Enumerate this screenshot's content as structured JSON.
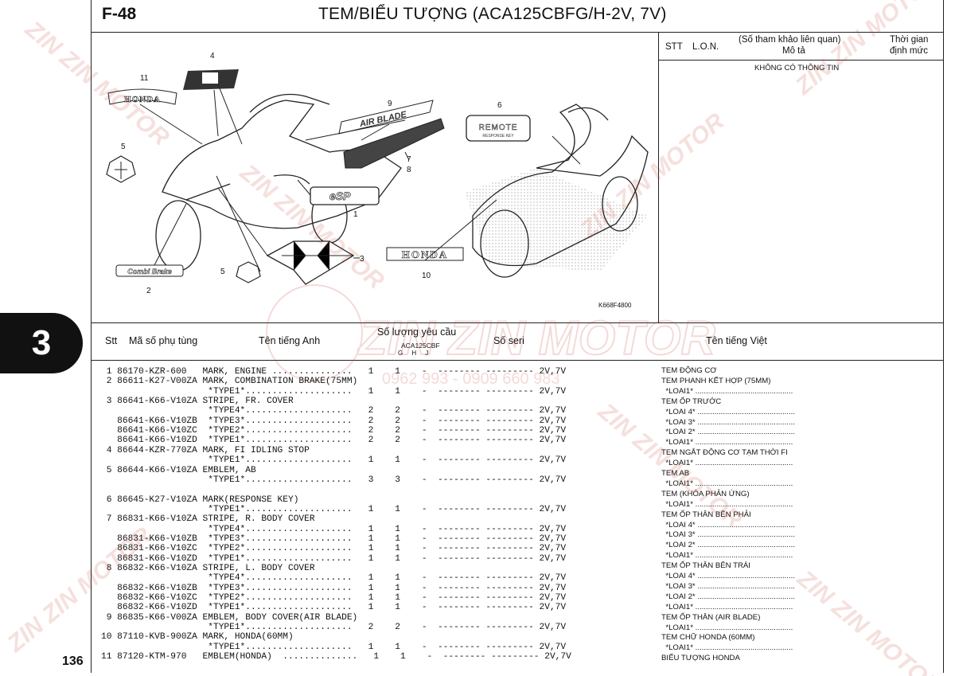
{
  "header": {
    "fig_code": "F-48",
    "title": "TEM/BIỂU TƯỢNG (ACA125CBFG/H-2V, 7V)"
  },
  "side_tab": {
    "label": "3"
  },
  "page_number": "136",
  "diagram": {
    "catalog_code": "K668F4800",
    "callouts": [
      "11",
      "4",
      "5",
      "9",
      "6",
      "7",
      "8",
      "1",
      "3",
      "5",
      "2",
      "10"
    ],
    "decal_texts": {
      "honda_small": "HONDA",
      "remote": "REMOTE",
      "response": "RESPONSE KEY",
      "combi": "Combi Brake",
      "honda_large": "HONDA"
    }
  },
  "reference": {
    "stt": "STT",
    "lon": "L.O.N.",
    "related": "(Số tham khảo liên quan)",
    "desc": "Mô tả",
    "time1": "Thời gian",
    "time2": "định mức",
    "no_info": "KHÔNG CÓ THÔNG TIN"
  },
  "table_header": {
    "stt": "Stt",
    "part_no": "Mã số phụ tùng",
    "en_name": "Tên tiếng Anh",
    "qty": "Số lượng yêu cầu",
    "model": "ACA125CBF",
    "cols": "G     H     J",
    "serial": "Số seri",
    "vi_name": "Tên tiếng Việt"
  },
  "rows": [
    " 1 86170-KZR-600   MARK, ENGINE ...............   1    1    -  -------- --------- 2V,7V",
    " 2 86611-K27-V00ZA MARK, COMBINATION BRAKE(75MM)",
    "                    *TYPE1*....................   1    1    -  -------- --------- 2V,7V",
    " 3 86641-K66-V10ZA STRIPE, FR. COVER",
    "                    *TYPE4*....................   2    2    -  -------- --------- 2V,7V",
    "   86641-K66-V10ZB  *TYPE3*....................   2    2    -  -------- --------- 2V,7V",
    "   86641-K66-V10ZC  *TYPE2*....................   2    2    -  -------- --------- 2V,7V",
    "   86641-K66-V10ZD  *TYPE1*....................   2    2    -  -------- --------- 2V,7V",
    " 4 86644-KZR-770ZA MARK, FI IDLING STOP",
    "                    *TYPE1*....................   1    1    -  -------- --------- 2V,7V",
    " 5 86644-K66-V10ZA EMBLEM, AB",
    "                    *TYPE1*....................   3    3    -  -------- --------- 2V,7V",
    "",
    " 6 86645-K27-V10ZA MARK(RESPONSE KEY)",
    "                    *TYPE1*....................   1    1    -  -------- --------- 2V,7V",
    " 7 86831-K66-V10ZA STRIPE, R. BODY COVER",
    "                    *TYPE4*....................   1    1    -  -------- --------- 2V,7V",
    "   86831-K66-V10ZB  *TYPE3*....................   1    1    -  -------- --------- 2V,7V",
    "   86831-K66-V10ZC  *TYPE2*....................   1    1    -  -------- --------- 2V,7V",
    "   86831-K66-V10ZD  *TYPE1*....................   1    1    -  -------- --------- 2V,7V",
    " 8 86832-K66-V10ZA STRIPE, L. BODY COVER",
    "                    *TYPE4*....................   1    1    -  -------- --------- 2V,7V",
    "   86832-K66-V10ZB  *TYPE3*....................   1    1    -  -------- --------- 2V,7V",
    "   86832-K66-V10ZC  *TYPE2*....................   1    1    -  -------- --------- 2V,7V",
    "   86832-K66-V10ZD  *TYPE1*....................   1    1    -  -------- --------- 2V,7V",
    " 9 86835-K66-V00ZA EMBLEM, BODY COVER(AIR BLADE)",
    "                    *TYPE1*....................   2    2    -  -------- --------- 2V,7V",
    "10 87110-KVB-900ZA MARK, HONDA(60MM)",
    "                    *TYPE1*....................   1    1    -  -------- --------- 2V,7V",
    "11 87120-KTM-970   EMBLEM(HONDA)  ..............   1    1    -  -------- --------- 2V,7V"
  ],
  "vi_rows": [
    "TEM ĐỘNG CƠ",
    "TEM PHANH KẾT HỢP (75MM)",
    "  *LOAI1* ..............................................",
    "TEM ỐP TRƯỚC",
    "  *LOAI 4* ..............................................",
    "  *LOAI 3* ..............................................",
    "  *LOAI 2* ..............................................",
    "  *LOAI1* ..............................................",
    "TEM NGẮT ĐỘNG CƠ TẠM THỜI FI",
    "  *LOAI1* ..............................................",
    "TEM AB",
    "  *LOAI1* ..............................................",
    "TEM (KHÓA PHẢN ỨNG)",
    "  *LOAI1* ..............................................",
    "TEM ỐP THÂN BÊN PHẢI",
    "  *LOAI 4* ..............................................",
    "  *LOAI 3* ..............................................",
    "  *LOAI 2* ..............................................",
    "  *LOAI1* ..............................................",
    "TEM ỐP THÂN BÊN TRÁI",
    "  *LOAI 4* ..............................................",
    "  *LOAI 3* ..............................................",
    "  *LOAI 2* ..............................................",
    "  *LOAI1* ..............................................",
    "TEM ỐP THÂN (AIR BLADE)",
    "  *LOAI1* ..............................................",
    "TEM CHỮ HONDA (60MM)",
    "  *LOAI1* ..............................................",
    "BIỂU TƯỢNG HONDA"
  ],
  "watermark": {
    "brand": "ZIN ZIN MOTOR",
    "phone": "0962 993 - 0909 660 983"
  }
}
